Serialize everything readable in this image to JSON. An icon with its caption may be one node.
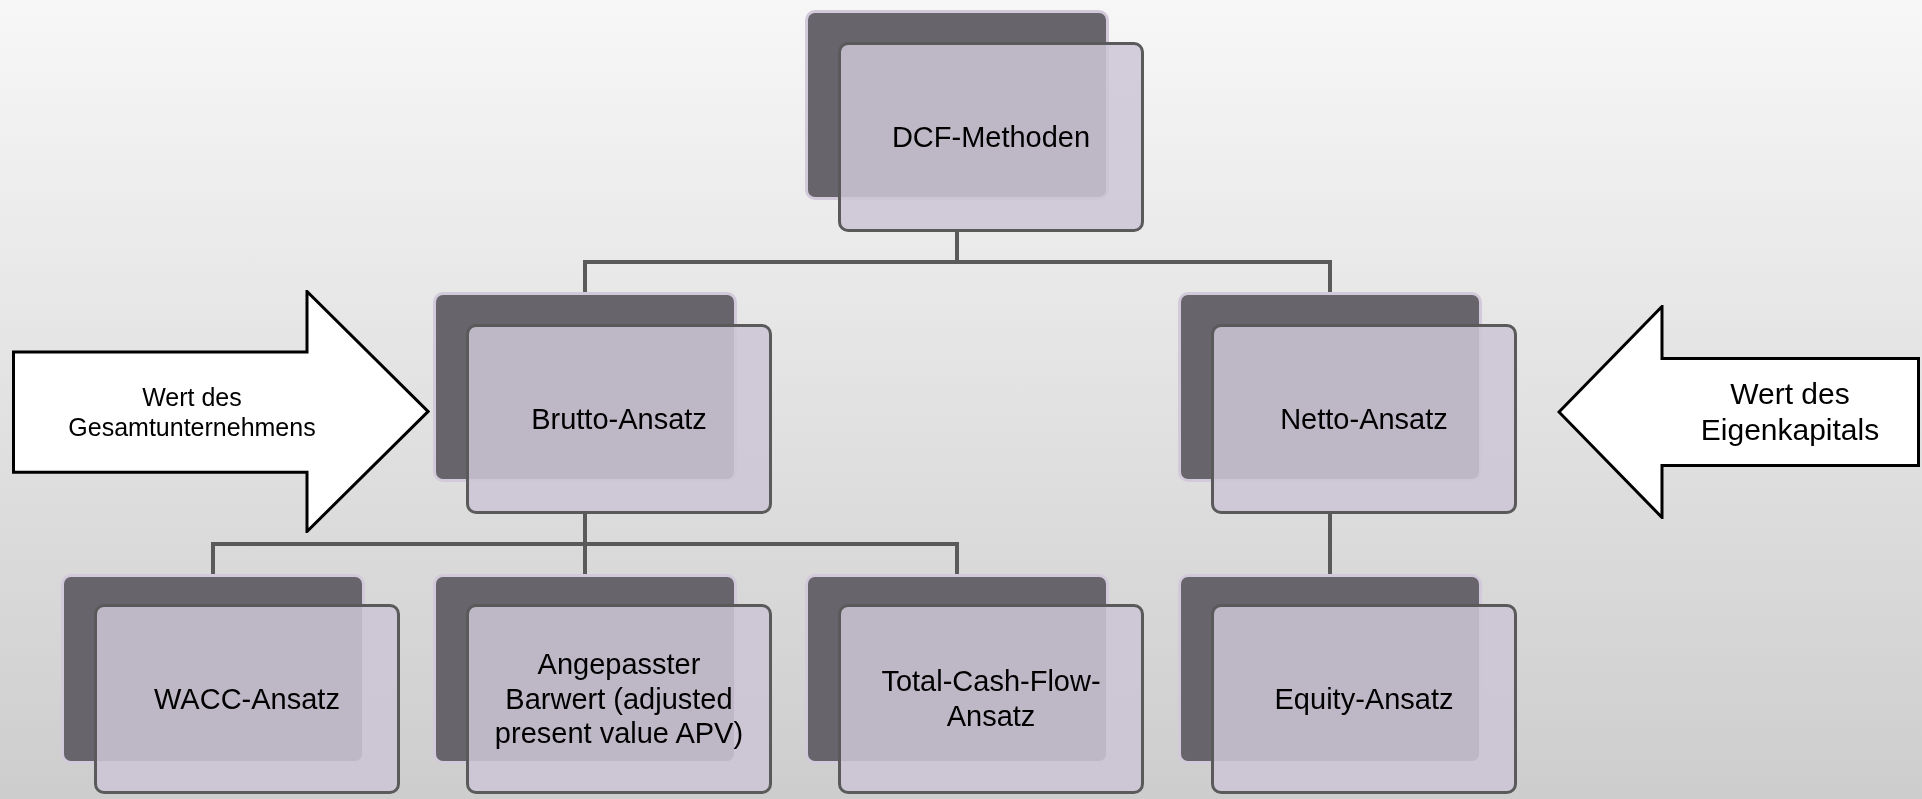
{
  "diagram": {
    "nodes": [
      {
        "text": [
          "DCF-Methoden"
        ]
      },
      {
        "text": [
          "Brutto-Ansatz"
        ]
      },
      {
        "text": [
          "Netto-Ansatz"
        ]
      },
      {
        "text": [
          "WACC-Ansatz"
        ]
      },
      {
        "text": [
          "Angepasster Barwert (adjusted present value APV)"
        ]
      },
      {
        "text": [
          "Total-Cash-Flow-Ansatz"
        ]
      },
      {
        "text": [
          "Equity-Ansatz"
        ]
      },
      {
        "text": [
          "Wert des Gesamtunternehmens"
        ]
      },
      {
        "text": [
          "Wert des Eigenkapitals"
        ]
      }
    ],
    "edges": [
      {
        "from": 0,
        "to": 1,
        "arrow": "none"
      },
      {
        "from": 0,
        "to": 2,
        "arrow": "none"
      },
      {
        "from": 1,
        "to": 3,
        "arrow": "none"
      },
      {
        "from": 1,
        "to": 4,
        "arrow": "none"
      },
      {
        "from": 1,
        "to": 5,
        "arrow": "none"
      },
      {
        "from": 2,
        "to": 6,
        "arrow": "none"
      }
    ]
  }
}
